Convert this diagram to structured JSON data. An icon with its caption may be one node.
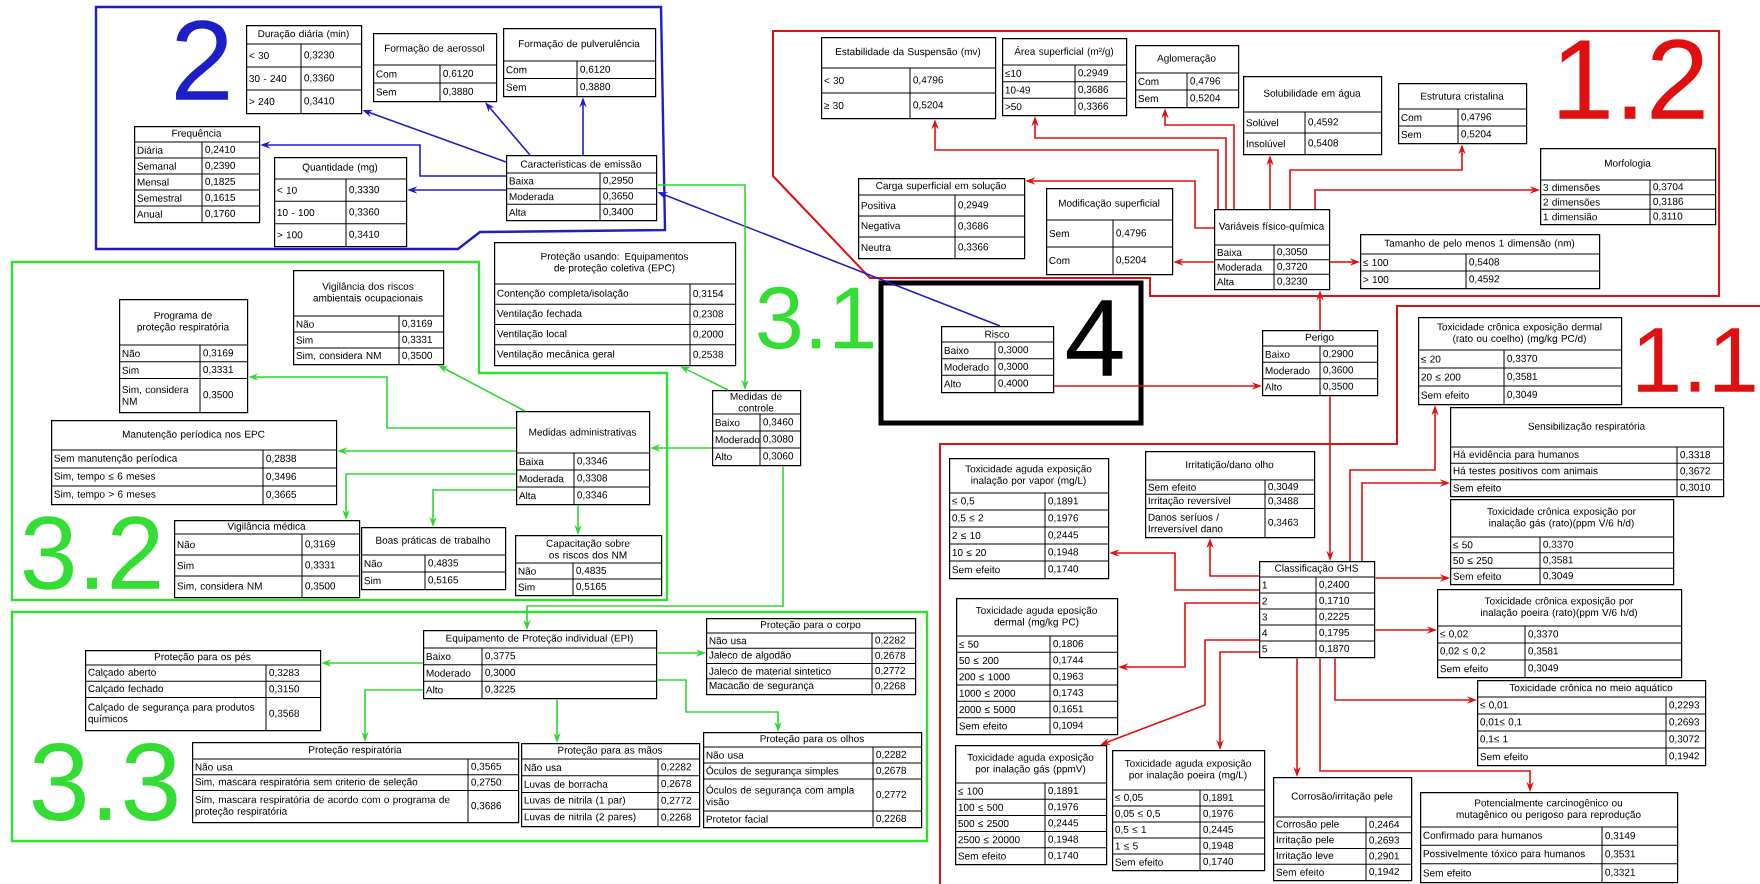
{
  "diagram": {
    "nodes": [
      {
        "text": [
          "2"
        ]
      },
      {
        "text": [
          "Duração diária (min)",
          "< 30",
          "0,3230",
          "30 - 240",
          "0,3360",
          "> 240",
          "0,3410"
        ],
        "in": 0
      },
      {
        "text": [
          "Formação de aerossol",
          "Com",
          "0,6120",
          "Sem",
          "0,3880"
        ],
        "in": 0
      },
      {
        "text": [
          "Formação de pulverulência",
          "Com",
          "0,6120",
          "Sem",
          "0,3880"
        ],
        "in": 0
      },
      {
        "text": [
          "Frequência",
          "Diária",
          "0,2410",
          "Semanal",
          "0,2390",
          "Mensal",
          "0,1825",
          "Semestral",
          "0,1615",
          "Anual",
          "0,1760"
        ],
        "in": 0
      },
      {
        "text": [
          "Quantidade (mg)",
          "< 10",
          "0,3330",
          "10 - 100",
          "0,3360",
          "> 100",
          "0,3410"
        ],
        "in": 0
      },
      {
        "text": [
          "Caracteristicas de emissão",
          "Baixa",
          "0,2950",
          "Moderada",
          "0,3650",
          "Alta",
          "0,3400"
        ],
        "in": 0
      },
      {
        "text": [
          "1.2"
        ]
      },
      {
        "text": [
          "Estabilidade da Suspensão (mv)",
          "< 30",
          "0,4796",
          "≥ 30",
          "0,5204"
        ],
        "in": 7
      },
      {
        "text": [
          "Área superficial (m²/g)",
          "≤10",
          "0,2949",
          "10-49",
          "0,3686",
          ">50",
          "0,3366"
        ],
        "in": 7
      },
      {
        "text": [
          "Aglomeração",
          "Com",
          "0,4796",
          "Sem",
          "0,5204"
        ],
        "in": 7
      },
      {
        "text": [
          "Solubilidade em água",
          "Solúvel",
          "0,4592",
          "Insolúvel",
          "0,5408"
        ],
        "in": 7
      },
      {
        "text": [
          "Estrutura cristalina",
          "Com",
          "0,4796",
          "Sem",
          "0,5204"
        ],
        "in": 7
      },
      {
        "text": [
          "Carga superficial em solução",
          "Positiva",
          "0,2949",
          "Negativa",
          "0,3686",
          "Neutra",
          "0,3366"
        ],
        "in": 7
      },
      {
        "text": [
          "Modificação superficial",
          "Sem",
          "0,4796",
          "Com",
          "0,5204"
        ],
        "in": 7
      },
      {
        "text": [
          "Variáveis físico-química",
          "Baixa",
          "0,3050",
          "Moderada",
          "0,3720",
          "Alta",
          "0,3230"
        ],
        "in": 7
      },
      {
        "text": [
          "Morfologia",
          "3 dimensões",
          "0,3704",
          "2 dimensões",
          "0,3186",
          "1 dimensião",
          "0,3110"
        ],
        "in": 7
      },
      {
        "text": [
          "Tamanho de pelo menos 1 dimensão (nm)",
          "≤ 100",
          "0,5408",
          "> 100",
          "0,4592"
        ],
        "in": 7
      },
      {
        "text": [
          "Proteção usando: Equipamentos de proteção coletiva (EPC)",
          "Contenção completa/isolação",
          "0,3154",
          "Ventilação fechada",
          "0,2308",
          "Ventilação local",
          "0,2000",
          "Ventilação mecânica geral",
          "0,2538"
        ]
      },
      {
        "text": [
          "Medidas de controle",
          "Baixo",
          "0,3460",
          "Moderado",
          "0,3080",
          "Alto",
          "0,3060"
        ]
      },
      {
        "text": [
          "4"
        ]
      },
      {
        "text": [
          "Risco",
          "Baixo",
          "0,3000",
          "Moderado",
          "0,3000",
          "Alto",
          "0,4000"
        ],
        "in": 20
      },
      {
        "text": [
          "Perigo",
          "Baixo",
          "0,2900",
          "Moderado",
          "0,3600",
          "Alto",
          "0,3500"
        ]
      },
      {
        "text": [
          "3.2"
        ]
      },
      {
        "text": [
          "Vigilância dos riscos ambientais ocupacionais",
          "Não",
          "0,3169",
          "Sim",
          "0,3331",
          "Sim, considera NM",
          "0,3500"
        ],
        "in": 23
      },
      {
        "text": [
          "Programa de proteção respiratória",
          "Não",
          "0,3169",
          "Sim",
          "0,3331",
          "Sim, considera NM",
          "0,3500"
        ],
        "in": 23
      },
      {
        "text": [
          "Manutenção períodica nos EPC",
          "Sem manutenção períodica",
          "0,2838",
          "Sim, tempo ≤ 6 meses",
          "0,3496",
          "Sim, tempo > 6 meses",
          "0,3665"
        ],
        "in": 23
      },
      {
        "text": [
          "Medidas administrativas",
          "Baixa",
          "0,3346",
          "Moderada",
          "0,3308",
          "Alta",
          "0,3346"
        ],
        "in": 23
      },
      {
        "text": [
          "Vigilância médica",
          "Não",
          "0,3169",
          "Sim",
          "0,3331",
          "Sim, considera NM",
          "0,3500"
        ],
        "in": 23
      },
      {
        "text": [
          "Boas práticas de trabalho",
          "Não",
          "0,4835",
          "Sim",
          "0,5165"
        ],
        "in": 23
      },
      {
        "text": [
          "Capacitação sobre os riscos dos NM",
          "Não",
          "0,4835",
          "Sim",
          "0,5165"
        ],
        "in": 23
      },
      {
        "text": [
          "Toxicidade crônica exposição dermal (rato ou coelho) (mg/kg PC/d)",
          "≤ 20",
          "0,3370",
          "20 ≤ 200",
          "0,3581",
          "Sem efeito",
          "0,3049"
        ]
      },
      {
        "text": [
          "Sensibilização respiratória",
          "Há evidência para humanos",
          "0,3318",
          "Há testes positivos com animais",
          "0,3672",
          "Sem efeito",
          "0,3010"
        ]
      },
      {
        "text": [
          "Irritatição/dano olho",
          "Sem efeito",
          "0,3049",
          "Irritação reversível",
          "0,3488",
          "Danos seríuos / Irreversível dano",
          "0,3463"
        ]
      },
      {
        "text": [
          "Toxicidade aguda exposição inalação por vapor (mg/L)",
          "≤ 0,5",
          "0,1891",
          "0,5 ≤ 2",
          "0,1976",
          "2 ≤ 10",
          "0,2445",
          "10 ≤ 20",
          "0,1948",
          "Sem efeito",
          "0,1740"
        ]
      },
      {
        "text": [
          "Toxicidade crônica exposição por inalação gás (rato)(ppm V/6 h/d)",
          "≤ 50",
          "0,3370",
          "50 ≤ 250",
          "0,3581",
          "Sem efeito",
          "0,3049"
        ]
      },
      {
        "text": [
          "Classificação GHS",
          "1",
          "0,2400",
          "2",
          "0,1710",
          "3",
          "0,2225",
          "4",
          "0,1795",
          "5",
          "0,1870"
        ]
      },
      {
        "text": [
          "Toxicidade crônica exposição por inalação poeira (rato)(ppm V/6 h/d)",
          "≤ 0,02",
          "0,3370",
          "0,02 ≤ 0,2",
          "0,3581",
          "Sem efeito",
          "0,3049"
        ]
      },
      {
        "text": [
          "Toxicidade aguda eposição dermal (mg/kg PC)",
          "≤ 50",
          "0,1806",
          "50 ≤ 200",
          "0,1744",
          "200 ≤ 1000",
          "0,1963",
          "1000 ≤ 2000",
          "0,1743",
          "2000 ≤ 5000",
          "0,1651",
          "Sem efeito",
          "0,1094"
        ]
      },
      {
        "text": [
          "Toxicidade crônica no meio aquático",
          "≤ 0,01",
          "0,2293",
          "0,01≤ 0,1",
          "0,2693",
          "0,1≤ 1",
          "0,3072",
          "Sem efeito",
          "0,1942"
        ]
      },
      {
        "text": [
          "Toxicidade aguda exposição por inalação gás (ppmV)",
          "≤ 100",
          "0,1891",
          "100 ≤ 500",
          "0,1976",
          "500 ≤ 2500",
          "0,2445",
          "2500 ≤ 20000",
          "0,1948",
          "Sem efeito",
          "0,1740"
        ]
      },
      {
        "text": [
          "Toxicidade aguda exposição por inalação poeira (mg/L)",
          "≤ 0,05",
          "0,1891",
          "0,05 ≤ 0,5",
          "0,1976",
          "0,5 ≤ 1",
          "0,2445",
          "1 ≤ 5",
          "0,1948",
          "Sem efeito",
          "0,1740"
        ]
      },
      {
        "text": [
          "Corrosão/irritação pele",
          "Corrosão pele",
          "0,2464",
          "Irritação pele",
          "0,2693",
          "Irritação leve",
          "0,2901",
          "Sem efeito",
          "0,1942"
        ]
      },
      {
        "text": [
          "Potencialmente carcinogênico ou mutagênico ou perigoso para reprodução",
          "Confirmado para humanos",
          "0,3149",
          "Possivelmente tóxico para humanos",
          "0,3531",
          "Sem efeito",
          "0,3321"
        ]
      },
      {
        "text": [
          "3.3"
        ]
      },
      {
        "text": [
          "Equipamento de Proteção individual (EPI)",
          "Baixo",
          "0,3775",
          "Moderado",
          "0,3000",
          "Alto",
          "0,3225"
        ],
        "in": 44
      },
      {
        "text": [
          "Proteção para os pés",
          "Calçado aberto",
          "0,3283",
          "Calçado fechado",
          "0,3150",
          "Calçado de segurança para produtos químicos",
          "0,3568"
        ],
        "in": 44
      },
      {
        "text": [
          "Proteção para o corpo",
          "Não usa",
          "0,2282",
          "Jaleco de algodão",
          "0,2678",
          "Jaleco de material sintetico",
          "0,2772",
          "Macacão de segurança",
          "0,2268"
        ],
        "in": 44
      },
      {
        "text": [
          "Proteção respiratória",
          "Não usa",
          "0,3565",
          "Sim, mascara respiratória sem criterio de seleção",
          "0,2750",
          "Sim, mascara respiratória de acordo com o programa de proteção respiratória",
          "0,3686"
        ],
        "in": 44
      },
      {
        "text": [
          "Proteção para as mãos",
          "Não usa",
          "0,2282",
          "Luvas de borracha",
          "0,2678",
          "Luvas de nitrila (1 par)",
          "0,2772",
          "Luvas de nitrila (2 pares)",
          "0,2268"
        ],
        "in": 44
      },
      {
        "text": [
          "Proteção para os olhos",
          "Não usa",
          "0,2282",
          "Óculos de segurança simples",
          "0,2678",
          "Óculos de segurança com ampla visão",
          "0,2772",
          "Protetor facial",
          "0,2268"
        ],
        "in": 44
      }
    ],
    "edges": [
      {
        "from": 6,
        "to": 1,
        "arrow": "to",
        "color": "#1e1ec8"
      },
      {
        "from": 6,
        "to": 2,
        "arrow": "to",
        "color": "#1e1ec8"
      },
      {
        "from": 6,
        "to": 3,
        "arrow": "to",
        "color": "#1e1ec8"
      },
      {
        "from": 6,
        "to": 4,
        "arrow": "to",
        "color": "#1e1ec8"
      },
      {
        "from": 6,
        "to": 5,
        "arrow": "to",
        "color": "#1e1ec8"
      },
      {
        "from": 21,
        "to": 6,
        "arrow": "to",
        "color": "#1e1ec8"
      },
      {
        "from": 15,
        "to": 8,
        "arrow": "to"
      },
      {
        "from": 15,
        "to": 9,
        "arrow": "to"
      },
      {
        "from": 15,
        "to": 10,
        "arrow": "to"
      },
      {
        "from": 15,
        "to": 11,
        "arrow": "to"
      },
      {
        "from": 15,
        "to": 12,
        "arrow": "to"
      },
      {
        "from": 15,
        "to": 13,
        "arrow": "to"
      },
      {
        "from": 15,
        "to": 14,
        "arrow": "to"
      },
      {
        "from": 15,
        "to": 16,
        "arrow": "to"
      },
      {
        "from": 15,
        "to": 17,
        "arrow": "to"
      },
      {
        "from": 21,
        "to": 22,
        "arrow": "to"
      },
      {
        "from": 22,
        "to": 15,
        "arrow": "to"
      },
      {
        "from": 22,
        "to": 36,
        "arrow": "to"
      },
      {
        "from": 6,
        "to": 19,
        "arrow": "to",
        "color": "#2fd82f"
      },
      {
        "from": 19,
        "to": 18,
        "arrow": "to",
        "color": "#2fd82f"
      },
      {
        "from": 19,
        "to": 27,
        "arrow": "to",
        "color": "#2fd82f"
      },
      {
        "from": 19,
        "to": 45,
        "arrow": "to",
        "color": "#2fd82f"
      },
      {
        "from": 27,
        "to": 24,
        "arrow": "to",
        "color": "#2fd82f"
      },
      {
        "from": 27,
        "to": 25,
        "arrow": "to",
        "color": "#2fd82f"
      },
      {
        "from": 27,
        "to": 26,
        "arrow": "to",
        "color": "#2fd82f"
      },
      {
        "from": 27,
        "to": 28,
        "arrow": "to",
        "color": "#2fd82f"
      },
      {
        "from": 27,
        "to": 29,
        "arrow": "to",
        "color": "#2fd82f"
      },
      {
        "from": 27,
        "to": 30,
        "arrow": "to",
        "color": "#2fd82f"
      },
      {
        "from": 36,
        "to": 31,
        "arrow": "to"
      },
      {
        "from": 36,
        "to": 32,
        "arrow": "to"
      },
      {
        "from": 36,
        "to": 33,
        "arrow": "to"
      },
      {
        "from": 36,
        "to": 34,
        "arrow": "to"
      },
      {
        "from": 36,
        "to": 35,
        "arrow": "to"
      },
      {
        "from": 36,
        "to": 37,
        "arrow": "to"
      },
      {
        "from": 36,
        "to": 38,
        "arrow": "to"
      },
      {
        "from": 36,
        "to": 39,
        "arrow": "to"
      },
      {
        "from": 36,
        "to": 40,
        "arrow": "to"
      },
      {
        "from": 36,
        "to": 41,
        "arrow": "to"
      },
      {
        "from": 36,
        "to": 42,
        "arrow": "to"
      },
      {
        "from": 36,
        "to": 43,
        "arrow": "to"
      },
      {
        "from": 45,
        "to": 46,
        "arrow": "to",
        "color": "#2fd82f"
      },
      {
        "from": 45,
        "to": 47,
        "arrow": "to",
        "color": "#2fd82f"
      },
      {
        "from": 45,
        "to": 48,
        "arrow": "to",
        "color": "#2fd82f"
      },
      {
        "from": 45,
        "to": 49,
        "arrow": "to",
        "color": "#2fd82f"
      },
      {
        "from": 45,
        "to": 50,
        "arrow": "to",
        "color": "#2fd82f"
      }
    ],
    "labels": [
      "3.1",
      "1.1"
    ]
  }
}
